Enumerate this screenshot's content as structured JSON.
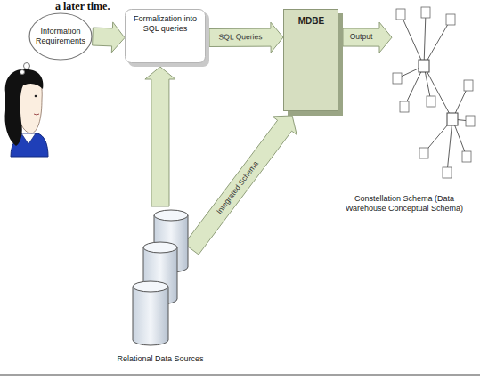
{
  "diagram": {
    "nodes": [
      {
        "text": [
          "Information Requirements"
        ]
      },
      {
        "text": [
          "Formalization into SQL queries"
        ]
      },
      {
        "text": [
          "MDBE"
        ]
      },
      {
        "text": [
          "Constellation Schema (Data Warehouse Conceptual Schema)"
        ]
      },
      {
        "text": [
          "Relational Data Sources"
        ]
      }
    ],
    "edges": [
      {
        "from": 0,
        "to": 1,
        "arrow": "to"
      },
      {
        "from": 1,
        "to": 2,
        "arrow": "to",
        "label": "SQL Queries"
      },
      {
        "from": 2,
        "to": 3,
        "arrow": "to",
        "label": "Output"
      },
      {
        "from": 4,
        "to": 1,
        "arrow": "to"
      },
      {
        "from": 4,
        "to": 2,
        "arrow": "to",
        "label": "Integrated Schema"
      }
    ],
    "labels": [
      "a later time."
    ]
  }
}
